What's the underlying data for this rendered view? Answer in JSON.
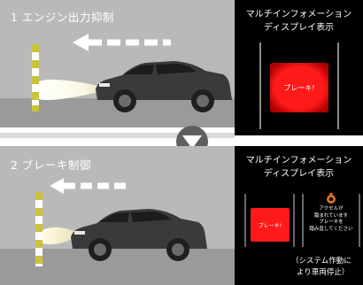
{
  "step1": {
    "title": "1 エンジン出力抑制"
  },
  "step2": {
    "title": "2 ブレーキ制御"
  },
  "display1": {
    "title_line1": "マルチインフォメーション",
    "title_line2": "ディスプレイ表示",
    "warning": "ブレーキ!"
  },
  "display2": {
    "title_line1": "マルチインフォメーション",
    "title_line2": "ディスプレイ表示",
    "warning": "ブレーキ!",
    "message_line1": "アクセルが",
    "message_line2": "踏まれています",
    "message_line3": "ブレーキを",
    "message_line4": "踏み直してください",
    "note_line1": "（システム作動に",
    "note_line2": "より車両停止）"
  },
  "colors": {
    "panel_gray": "#b9b9b9",
    "ground_gray": "#9a9a9a",
    "warning_red": "#ff1a1a",
    "arrow_white": "#ffffff",
    "badge_gray": "#5f5f5f",
    "pole_yellow": "#c9c33a"
  },
  "icons": {
    "transition": "down-triangle-icon",
    "headlight": "headlight-beam",
    "reverse_arrow": "left-arrow-icon"
  }
}
